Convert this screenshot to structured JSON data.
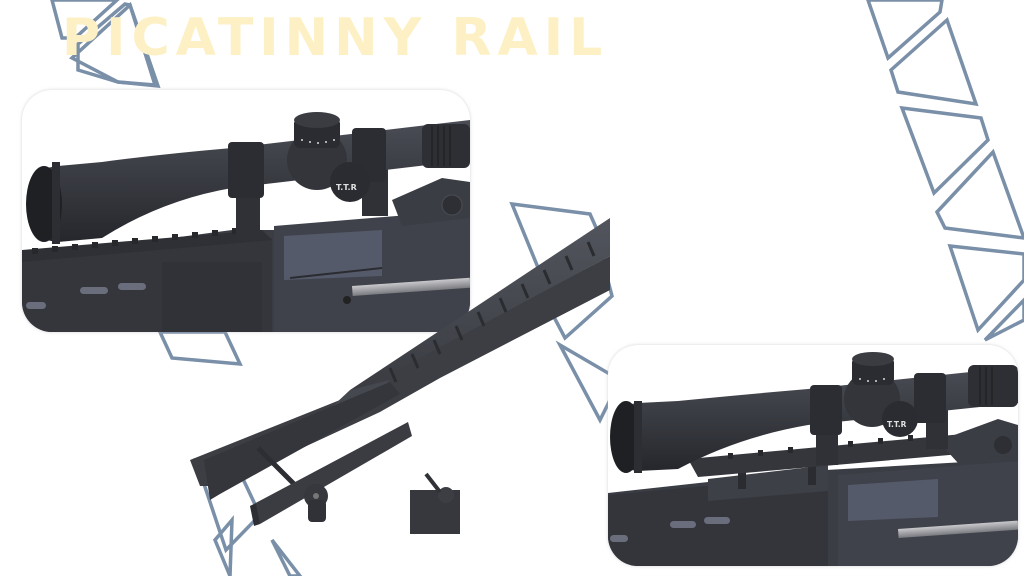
{
  "slide": {
    "title": "PICATINNY RAIL",
    "title_color": "#fdf0c4",
    "background_color": "#ffffff",
    "pattern_stroke_color": "#7a8fa8"
  },
  "images": {
    "panel_top_left": {
      "description": "Rifle scope mounted on rifle with Picatinny rail (side view)",
      "scope_logo": "T.T.R"
    },
    "center": {
      "description": "Exploded CAD view of Picatinny rail mount assembly"
    },
    "panel_bottom_right": {
      "description": "Rifle scope mounted on rail over receiver with mount installed",
      "scope_logo": "T.T.R"
    }
  },
  "colors": {
    "metal_dark": "#3a3c42",
    "metal_mid": "#4a4d55",
    "metal_light": "#5c606b",
    "receiver_blue": "#5a5f72",
    "rod_silver": "#9a9ba0"
  }
}
